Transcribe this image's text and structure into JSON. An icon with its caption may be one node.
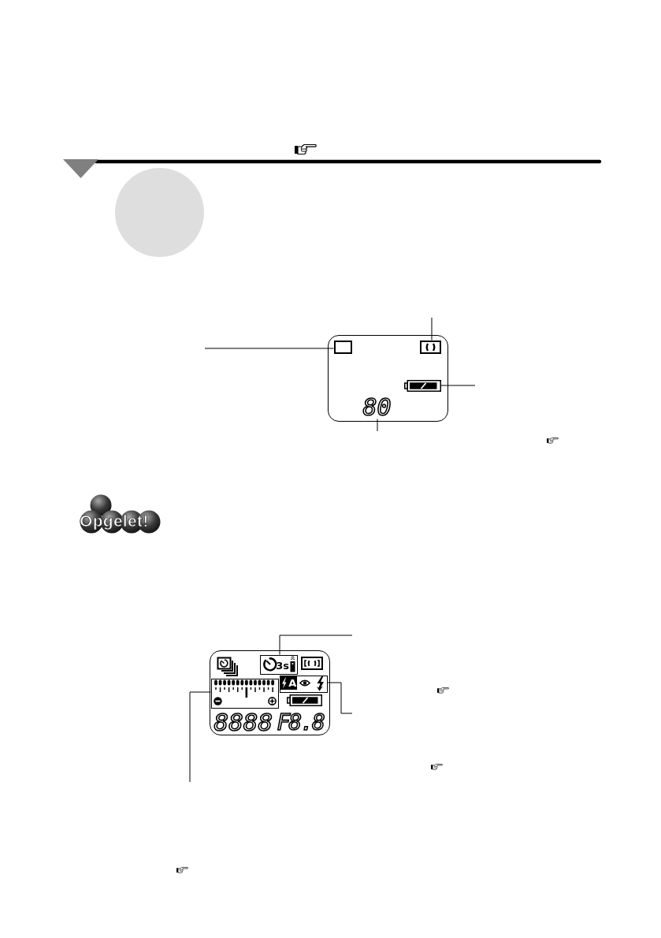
{
  "diagram": {
    "nodes": [
      {
        "text": [],
        "shape": "circle"
      },
      {
        "text": [],
        "shape": "box"
      },
      {
        "text": [],
        "shape": "box",
        "in": 1
      },
      {
        "text": [],
        "shape": "box",
        "in": 1
      },
      {
        "text": [],
        "shape": "battery",
        "in": 1
      },
      {
        "text": [
          "80"
        ],
        "in": 1
      },
      {
        "text": [
          "8888",
          "F8.8"
        ]
      },
      {
        "text": [
          "3s"
        ],
        "in": 6
      },
      {
        "text": [],
        "shape": "box",
        "in": 6
      },
      {
        "text": [
          "A"
        ],
        "in": 6
      }
    ],
    "edges": [
      {
        "from": null,
        "to": 2,
        "arrow": "none"
      },
      {
        "from": null,
        "to": 3,
        "arrow": "none"
      },
      {
        "from": null,
        "to": 4,
        "arrow": "none"
      },
      {
        "from": null,
        "to": 5,
        "arrow": "none"
      },
      {
        "from": null,
        "to": 7,
        "arrow": "none"
      },
      {
        "from": null,
        "to": 9,
        "arrow": "none"
      },
      {
        "from": null,
        "to": 8,
        "arrow": "none"
      }
    ],
    "labels": [
      "Opgelet!"
    ]
  }
}
